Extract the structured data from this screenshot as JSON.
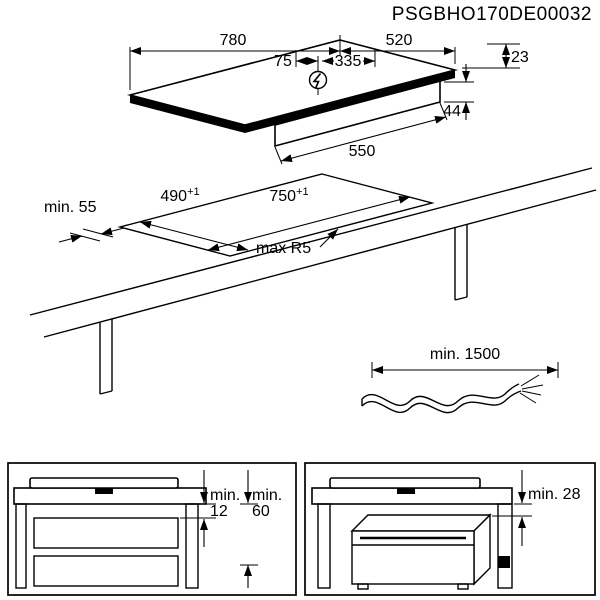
{
  "title": "PSGBHO170DE00032",
  "hob": {
    "width": "780",
    "depth": "520",
    "cord_offset_small": "75",
    "cord_offset_large": "335",
    "height_above": "23",
    "height_below": "44",
    "body_width": "550"
  },
  "cutout": {
    "front_clearance": "min. 55",
    "depth": "490",
    "depth_tolerance": "+1",
    "width": "750",
    "width_tolerance": "+1",
    "corner_radius": "max R5"
  },
  "cable": {
    "min_length": "min. 1500"
  },
  "drawer_section": {
    "gap_label": "min.",
    "gap_value": "12",
    "clearance_label": "min.",
    "clearance_value": "60"
  },
  "oven_section": {
    "clearance": "min. 28"
  }
}
